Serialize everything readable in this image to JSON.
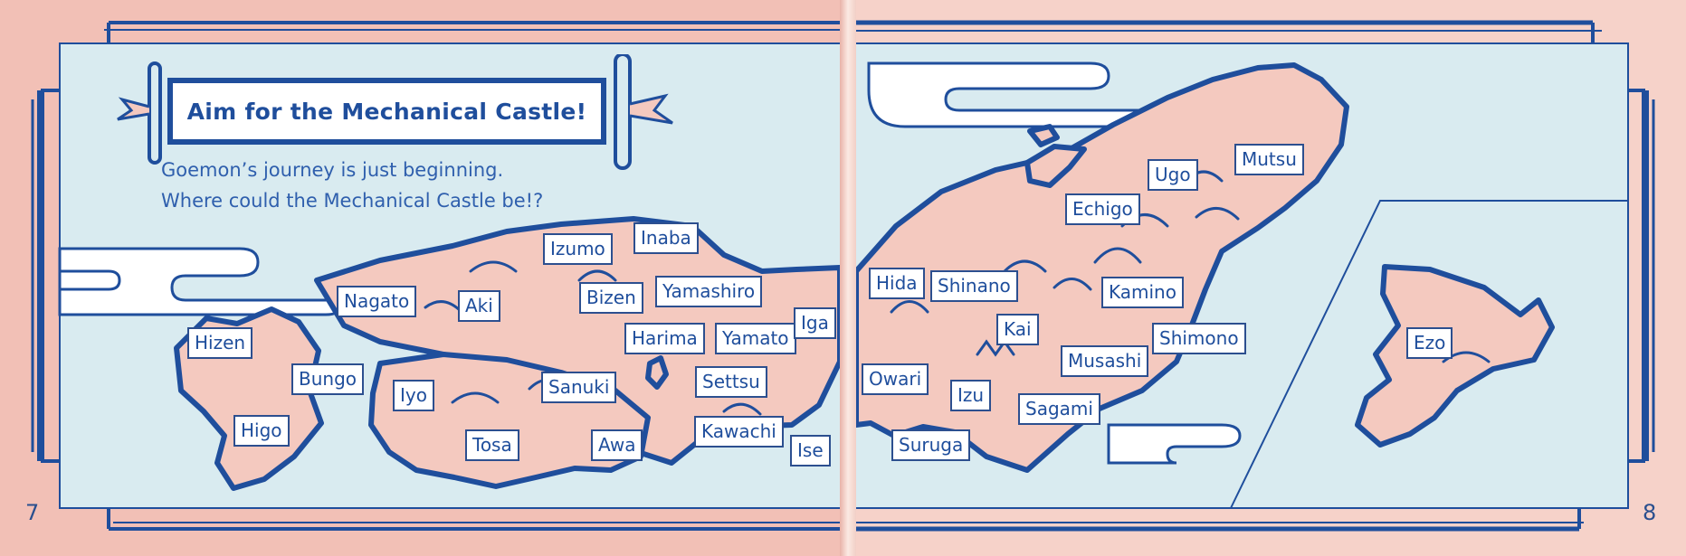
{
  "title": "Aim for the Mechanical Castle!",
  "intro": [
    "Goemon’s journey is just beginning.",
    "Where could the Mechanical Castle be!?"
  ],
  "page_numbers": {
    "left": "7",
    "right": "8"
  },
  "provinces": {
    "hizen": "Hizen",
    "bungo": "Bungo",
    "higo": "Higo",
    "nagato": "Nagato",
    "aki": "Aki",
    "izumo": "Izumo",
    "inaba": "Inaba",
    "bizen": "Bizen",
    "yamashiro": "Yamashiro",
    "harima": "Harima",
    "yamato": "Yamato",
    "iga": "Iga",
    "settsu": "Settsu",
    "kawachi": "Kawachi",
    "ise": "Ise",
    "iyo": "Iyo",
    "sanuki": "Sanuki",
    "tosa": "Tosa",
    "awa": "Awa",
    "hida": "Hida",
    "shinano": "Shinano",
    "owari": "Owari",
    "kai": "Kai",
    "izu": "Izu",
    "sagami": "Sagami",
    "suruga": "Suruga",
    "musashi": "Musashi",
    "shimono": "Shimono",
    "kamino": "Kamino",
    "echigo": "Echigo",
    "ugo": "Ugo",
    "mutsu": "Mutsu",
    "ezo": "Ezo"
  },
  "colors": {
    "page_pink": "#f2c0b6",
    "sea_blue": "#d9ebf0",
    "land_pink": "#f4c9bf",
    "border_blue": "#1f4e9c",
    "text_blue": "#1f4e9c"
  }
}
